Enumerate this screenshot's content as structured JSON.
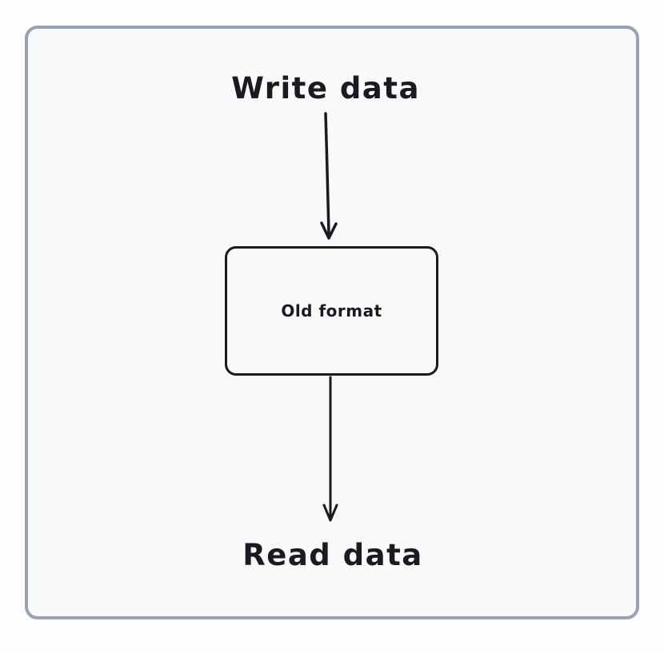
{
  "diagram": {
    "title_top": "Write data",
    "node_label": "Old format",
    "title_bottom": "Read data",
    "colors": {
      "background": "#f8f9fb",
      "frame_border": "#98a2b3",
      "ink": "#1b1b1f",
      "node_fill": "#f8f9fb"
    }
  }
}
